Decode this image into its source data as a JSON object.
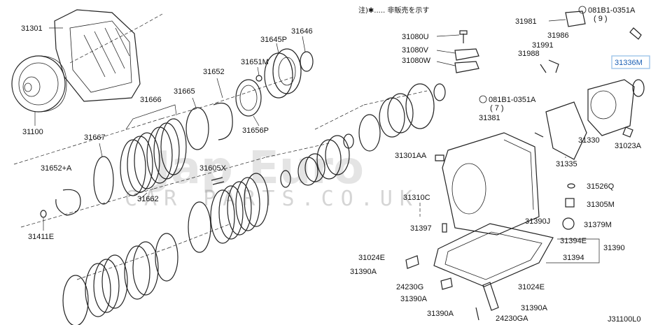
{
  "note": "注)✱..... 非販売を示す",
  "part_number_highlighted": "31336M",
  "watermark": {
    "line1": "Jap Euro",
    "line2": "CAR PARTS.CO.UK"
  },
  "footer_code": "J31100L0",
  "labels": {
    "p31301": "31301",
    "p31100": "31100",
    "p31666": "31666",
    "p31665": "31665",
    "p31652": "31652",
    "p31651m": "31651M",
    "p31645p": "31645P",
    "p31646": "31646",
    "p31656p": "31656P",
    "p31667": "31667",
    "p31652a": "31652+A",
    "p31662": "31662",
    "p31605x": "31605X",
    "p31411e": "31411E",
    "p31080u": "31080U",
    "p31080v": "31080V",
    "p31080w": "31080W",
    "p31981": "31981",
    "b081b1_top": "081B1-0351A",
    "qty9": "( 9 )",
    "p31986": "31986",
    "p31991": "31991",
    "p31988": "31988",
    "p31336m": "31336M",
    "b081b1_mid": "081B1-0351A",
    "qty7": "( 7 )",
    "p31381": "31381",
    "p31301aa": "31301AA",
    "p31330": "31330",
    "p31023a": "31023A",
    "p31335": "31335",
    "p31526q": "31526Q",
    "p31305m": "31305M",
    "p31379m": "31379M",
    "p31310c": "31310C",
    "p31397": "31397",
    "p31390j": "31390J",
    "p31394e": "31394E",
    "p31390": "31390",
    "p31394": "31394",
    "p31024e_l": "31024E",
    "p31390a_1": "31390A",
    "p24230g": "24230G",
    "p31390a_2": "31390A",
    "p31024e_r": "31024E",
    "p31390a_3": "31390A",
    "p31390a_4": "31390A",
    "p24230ga": "24230GA"
  }
}
